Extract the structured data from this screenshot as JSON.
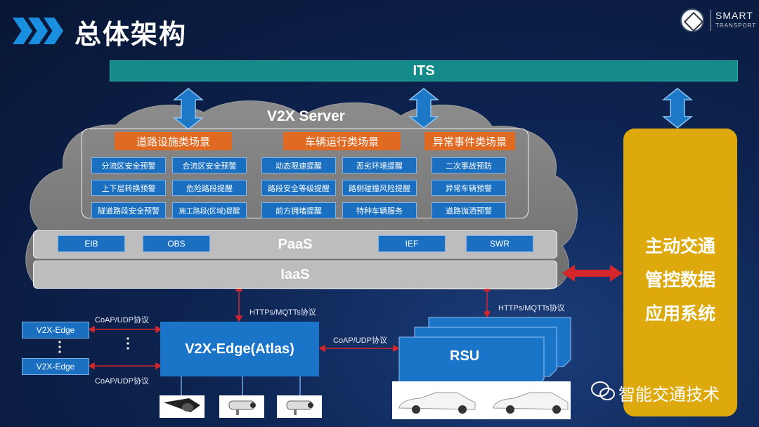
{
  "header": {
    "title": "总体架构",
    "logo_text": "SMART",
    "logo_sub": "TRANSPORT"
  },
  "its": "ITS",
  "server": {
    "title": "V2X Server",
    "categories": [
      "道路设施类场景",
      "车辆运行类场景",
      "异常事件类场景"
    ],
    "items": [
      [
        "分流区安全预警",
        "合流区安全预警",
        "动态限速提醒",
        "恶劣环境提醒",
        "二次事故预防"
      ],
      [
        "上下层转换预警",
        "危险路段提醒",
        "路段安全等级提醒",
        "路侧碰撞风险提醒",
        "异常车辆预警"
      ],
      [
        "隧道路段安全预警",
        "施工路段(区域)提醒",
        "前方拥堵提醒",
        "特种车辆服务",
        "道路抛洒预警"
      ]
    ],
    "paas": {
      "label": "PaaS",
      "services": [
        "EIB",
        "OBS",
        "IEF",
        "SWR"
      ]
    },
    "iaas": "IaaS"
  },
  "system": [
    "主动交通",
    "管控数据",
    "应用系统"
  ],
  "edge": {
    "small": [
      "V2X-Edge",
      "V2X-Edge"
    ],
    "atlas": "V2X-Edge(Atlas)",
    "rsu": "RSU"
  },
  "protocols": {
    "coap_top": "CoAP/UDP协议",
    "coap_bottom": "CoAP/UDP协议",
    "coap_mid": "CoAP/UDP协议",
    "https_left": "HTTPs/MQTTs协议",
    "https_right": "HTTPs/MQTTs协议"
  },
  "watermark": "智能交通技术",
  "colors": {
    "accent": "#1a8fe0",
    "its": "#148a8a",
    "category": "#e06a22",
    "item": "#1a6fc0",
    "system": "#dea90d",
    "arrow_red": "#d4262b"
  }
}
